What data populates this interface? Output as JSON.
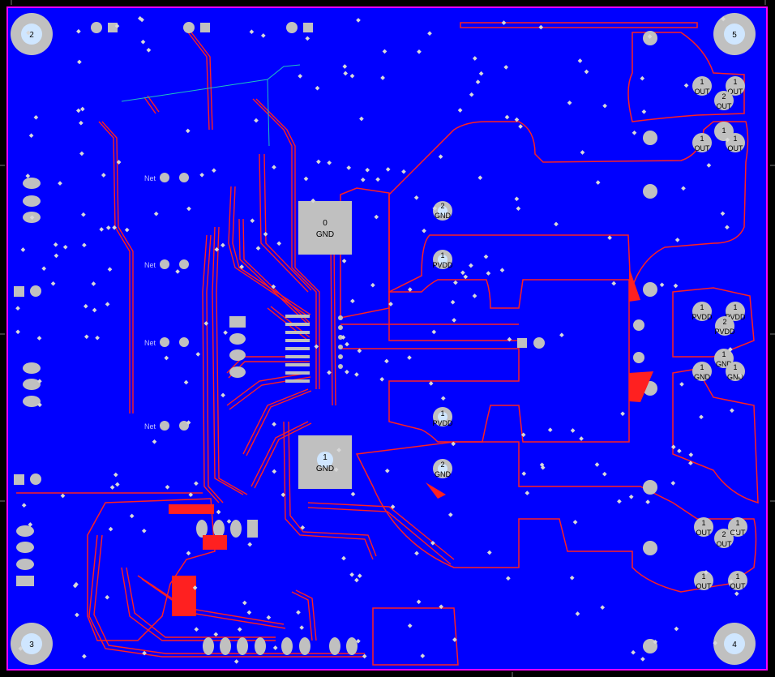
{
  "colors": {
    "background": "#000000",
    "copper_pour": "#0000ff",
    "board_outline": "#ff00ff",
    "trace": "#ff0000",
    "pad": "#c0c0c0",
    "hole": "#cfe6ff",
    "ratsnest": "#20c0c0"
  },
  "mounting_holes": [
    "2",
    "5",
    "3",
    "4"
  ],
  "thermal_pads": [
    {
      "pin": "0",
      "net": "GND"
    },
    {
      "pin": "1",
      "net": "GND"
    }
  ],
  "pad_labels": [
    {
      "pin": "2",
      "net": "GND"
    },
    {
      "pin": "1",
      "net": "PVDD"
    },
    {
      "pin": "1",
      "net": "PVDD"
    },
    {
      "pin": "2",
      "net": "GND"
    }
  ],
  "right_column": [
    {
      "pin": "1",
      "net": "OUT"
    },
    {
      "pin": "1",
      "net": "OUT"
    },
    {
      "pin": "2",
      "net": "OUT"
    },
    {
      "pin": "1",
      "net": "OUT"
    },
    {
      "pin": "1",
      "net": "OUT"
    },
    {
      "pin": "1",
      "net": "OUT"
    },
    {
      "pin": "1",
      "net": "PVDD"
    },
    {
      "pin": "1",
      "net": "PVDD"
    },
    {
      "pin": "2",
      "net": "PVDD"
    },
    {
      "pin": "1",
      "net": "GND"
    },
    {
      "pin": "1",
      "net": "GND"
    },
    {
      "pin": "1",
      "net": "GND"
    },
    {
      "pin": "1",
      "net": "OUT"
    },
    {
      "pin": "2",
      "net": "OUT"
    },
    {
      "pin": "1",
      "net": "OUT"
    },
    {
      "pin": "1",
      "net": "OUT"
    },
    {
      "pin": "1",
      "net": "OUT"
    }
  ],
  "net_labels": [
    "Net",
    "Net",
    "Net",
    "Net"
  ]
}
